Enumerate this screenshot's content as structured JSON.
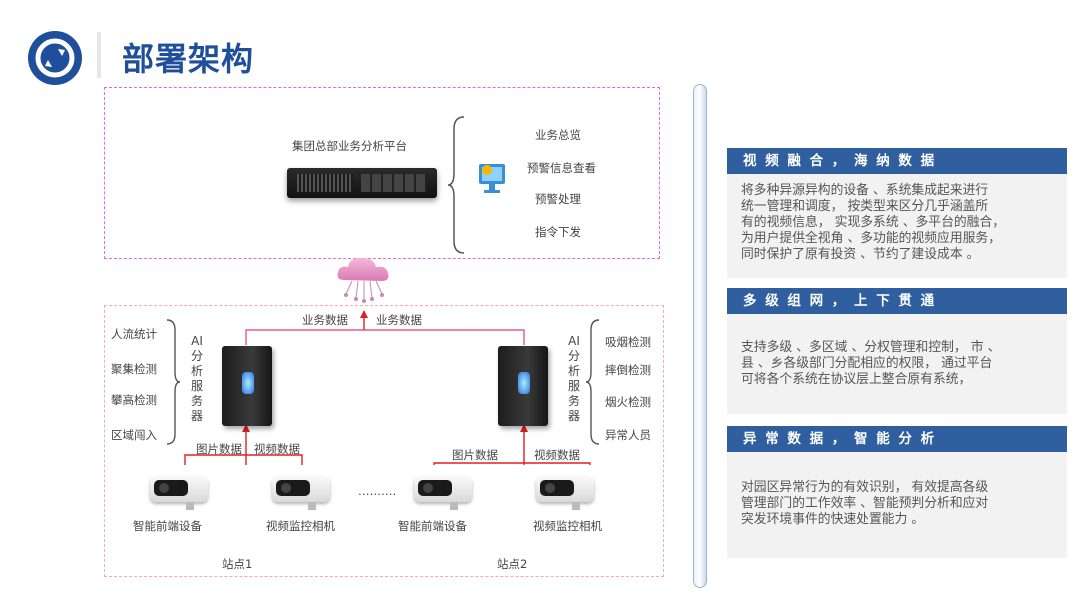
{
  "page": {
    "title": "部署架构"
  },
  "diagram": {
    "platform": {
      "label": "集团总部业务分析平台",
      "functions": [
        "业务总览",
        "预警信息查看",
        "预警处理",
        "指令下发"
      ]
    },
    "flow_labels": [
      "业务数据",
      "业务数据"
    ],
    "left_site": {
      "server_label": [
        "AI",
        "分",
        "析",
        "服",
        "务",
        "器"
      ],
      "functions": [
        "人流统计",
        "聚集检测",
        "攀高检测",
        "区域闯入"
      ],
      "data_labels": [
        "图片数据",
        "视频数据"
      ],
      "devices": [
        "智能前端设备",
        "视频监控相机"
      ],
      "site_label": "站点1"
    },
    "right_site": {
      "server_label": [
        "AI",
        "分",
        "析",
        "服",
        "务",
        "器"
      ],
      "functions": [
        "吸烟检测",
        "摔倒检测",
        "烟火检测",
        "异常人员"
      ],
      "data_labels": [
        "图片数据",
        "视频数据"
      ],
      "devices": [
        "智能前端设备",
        "视频监控相机"
      ],
      "site_label": "站点2"
    },
    "ellipsis": "……….",
    "colors": {
      "arrow": "#e02020",
      "top_border": "#e26ad9",
      "bottom_border": "#f3aab0"
    }
  },
  "panels": [
    {
      "heading": "视 频 融 合 ， 海 纳 数 据",
      "text": "将多种异源异构的设备 、系统集成起来进行\n统一管理和调度， 按类型来区分几乎涵盖所\n有的视频信息， 实现多系统 、多平台的融合，\n为用户提供全视角 、多功能的视频应用服务，\n同时保护了原有投资 、节约了建设成本 。"
    },
    {
      "heading": "多 级 组 网 ， 上 下 贯 通",
      "text": "支持多级 、多区域 、分权管理和控制， 市 、\n县 、乡各级部门分配相应的权限， 通过平台\n可将各个系统在协议层上整合原有系统，"
    },
    {
      "heading": "异 常 数 据 ， 智 能 分 析",
      "text": "对园区异常行为的有效识别， 有效提高各级\n管理部门的工作效率 、智能预判分析和应对\n突发环境事件的快速处置能力 。"
    }
  ],
  "icons": {
    "logo": "refresh-circle-icon",
    "cloud": "cloud-network-icon",
    "monitor": "monitor-icon"
  }
}
